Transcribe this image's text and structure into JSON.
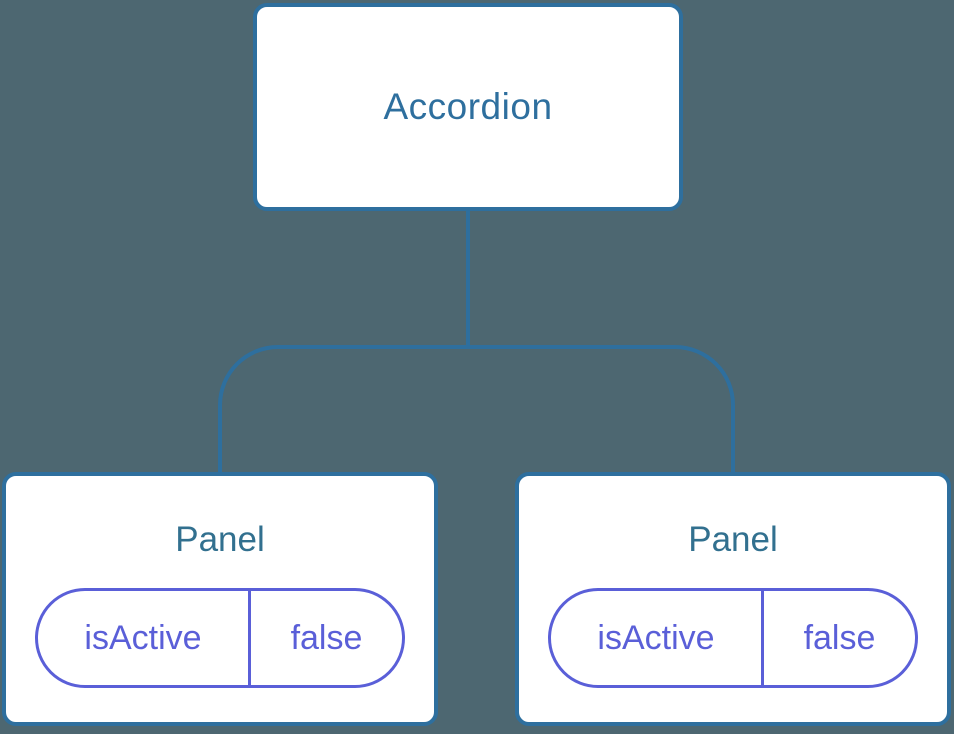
{
  "diagram": {
    "root": {
      "label": "Accordion"
    },
    "panels": [
      {
        "label": "Panel",
        "state_key": "isActive",
        "state_value": "false"
      },
      {
        "label": "Panel",
        "state_key": "isActive",
        "state_value": "false"
      }
    ],
    "colors": {
      "background": "#4D6771",
      "node_background": "#FFFFFF",
      "node_border": "#2E6F9E",
      "connector_line": "#2E6F9E",
      "root_text": "#2E6F9E",
      "panel_text": "#32708F",
      "state_accent": "#5A5FD8"
    }
  }
}
